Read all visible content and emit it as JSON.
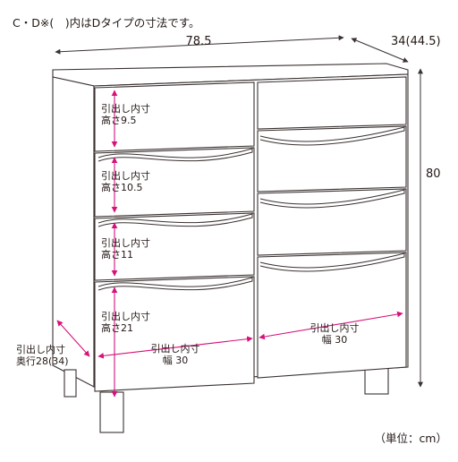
{
  "header_note": "C・D※(　)内はDタイプの寸法です。",
  "unit_note": "（単位：cm）",
  "dimensions": {
    "width": "78.5",
    "depth": "34(44.5)",
    "height": "80"
  },
  "drawers": {
    "row1": {
      "line1": "引出し内寸",
      "line2": "高さ9.5"
    },
    "row2": {
      "line1": "引出し内寸",
      "line2": "高さ10.5"
    },
    "row3": {
      "line1": "引出し内寸",
      "line2": "高さ11"
    },
    "row4": {
      "line1": "引出し内寸",
      "line2": "高さ21"
    },
    "width_left": {
      "line1": "引出し内寸",
      "line2": "幅 30"
    },
    "width_right": {
      "line1": "引出し内寸",
      "line2": "幅 30"
    },
    "depth": {
      "line1": "引出し内寸",
      "line2": "奥行28(34)"
    }
  },
  "colors": {
    "dimension_line": "#3a3230",
    "inner_dimension": "#d6117a",
    "outline": "#3a3230"
  }
}
